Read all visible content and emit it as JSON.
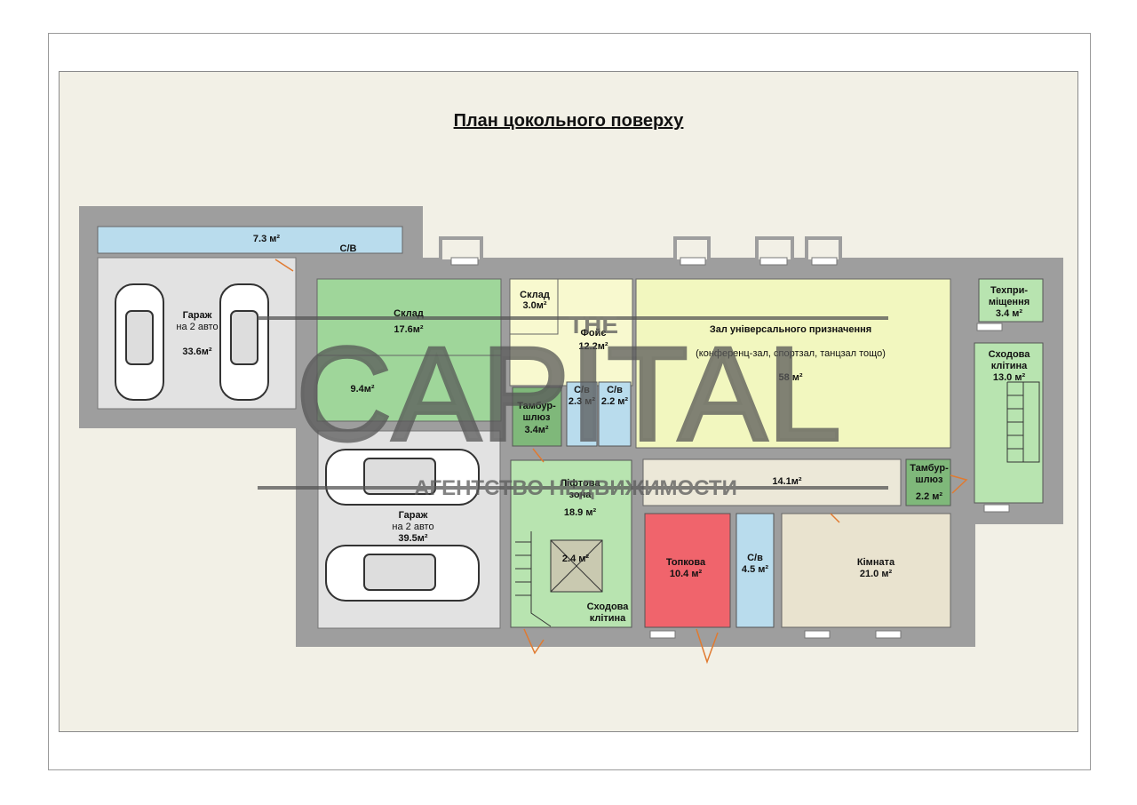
{
  "title": "План цокольного поверху",
  "rooms": {
    "cv_top": {
      "area": "7.3 м²",
      "name": "С/В"
    },
    "garage1": {
      "name": "Гараж",
      "sub": "на 2 авто",
      "area": "33.6м²"
    },
    "sklad1": {
      "name": "Склад",
      "area": "17.6м²"
    },
    "room94": {
      "area": "9.4м²"
    },
    "garage2": {
      "name": "Гараж",
      "sub": "на 2 авто",
      "area": "39.5м²"
    },
    "sklad2": {
      "name": "Склад",
      "area": "3.0м²"
    },
    "foyer": {
      "name": "Фойє",
      "area": "12.2м²"
    },
    "tambur1": {
      "name1": "Тамбур-",
      "name2": "шлюз",
      "area": "3.4м²"
    },
    "cv1": {
      "name": "С/в",
      "area": "2.3 м²"
    },
    "cv2": {
      "name": "С/в",
      "area": "2.2 м²"
    },
    "hall": {
      "name": "Зал універсального призначення",
      "sub": "(конференц-зал, спортзал, танцзал тощо)",
      "area": "58 м²"
    },
    "tech": {
      "name1": "Техпри-",
      "name2": "міщення",
      "area": "3.4 м²"
    },
    "stair1": {
      "name1": "Сходова",
      "name2": "клітина",
      "area": "13.0 м²"
    },
    "corridor": {
      "area": "14.1м²"
    },
    "tambur2": {
      "name1": "Тамбур-",
      "name2": "шлюз",
      "area": "2.2 м²"
    },
    "lift": {
      "name1": "Ліфтова",
      "name2": "зона",
      "area": "18.9 м²"
    },
    "liftshaft": {
      "area": "2.4 м²"
    },
    "stair2": {
      "name1": "Сходова",
      "name2": "клітина"
    },
    "boiler": {
      "name": "Топкова",
      "area": "10.4 м²"
    },
    "cv3": {
      "name": "С/в",
      "area": "4.5 м²"
    },
    "room": {
      "name": "Кімната",
      "area": "21.0 м²"
    }
  },
  "watermark": {
    "line1": "THE",
    "line2": "CAPITAL",
    "line3": "АГЕНТСТВО НЕДВИЖИМОСТИ"
  },
  "colors": {
    "wall": "#9e9e9e",
    "garage": "#e2e2e2",
    "storage": "#9fd69a",
    "foyer": "#f8f9cf",
    "hall": "#f2f7bf",
    "stair": "#b8e4b0",
    "wc": "#b9dced",
    "corridor": "#ece8d8",
    "boiler": "#f0646c",
    "room": "#e9e3cf",
    "tambur": "#7fb87a",
    "door": "#e07a30"
  }
}
